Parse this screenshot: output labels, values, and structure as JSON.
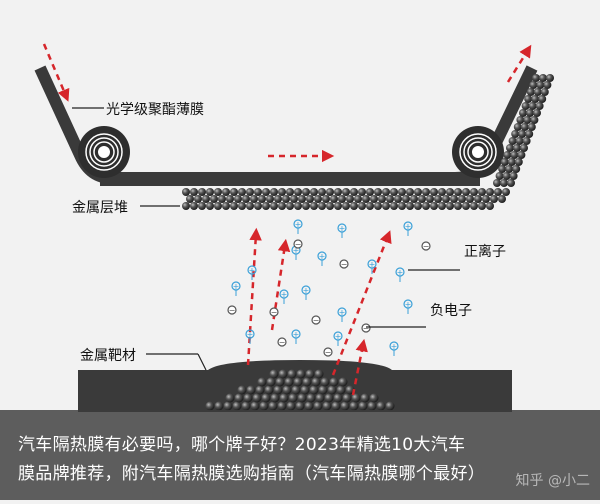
{
  "labels": {
    "optical_film": "光学级聚酯薄膜",
    "metal_layer": "金属层堆",
    "positive_ion": "正离子",
    "electron": "负电子",
    "target": "金属靶材"
  },
  "particle_symbols": {
    "positive": "+",
    "negative": "−"
  },
  "caption": {
    "line1": "汽车隔热膜有必要吗，哪个牌子好？2023年精选10大汽车",
    "line2": "膜品牌推荐，附汽车隔热膜选购指南（汽车隔热膜哪个最好）"
  },
  "watermark": "知乎 @小二",
  "colors": {
    "film": "#3a3a3a",
    "arrow": "#d6262b",
    "positive_ion": "#3aa0d8",
    "electron": "#555555",
    "target": "#3a3a3a",
    "metal_particle": "#3a3a3a"
  }
}
